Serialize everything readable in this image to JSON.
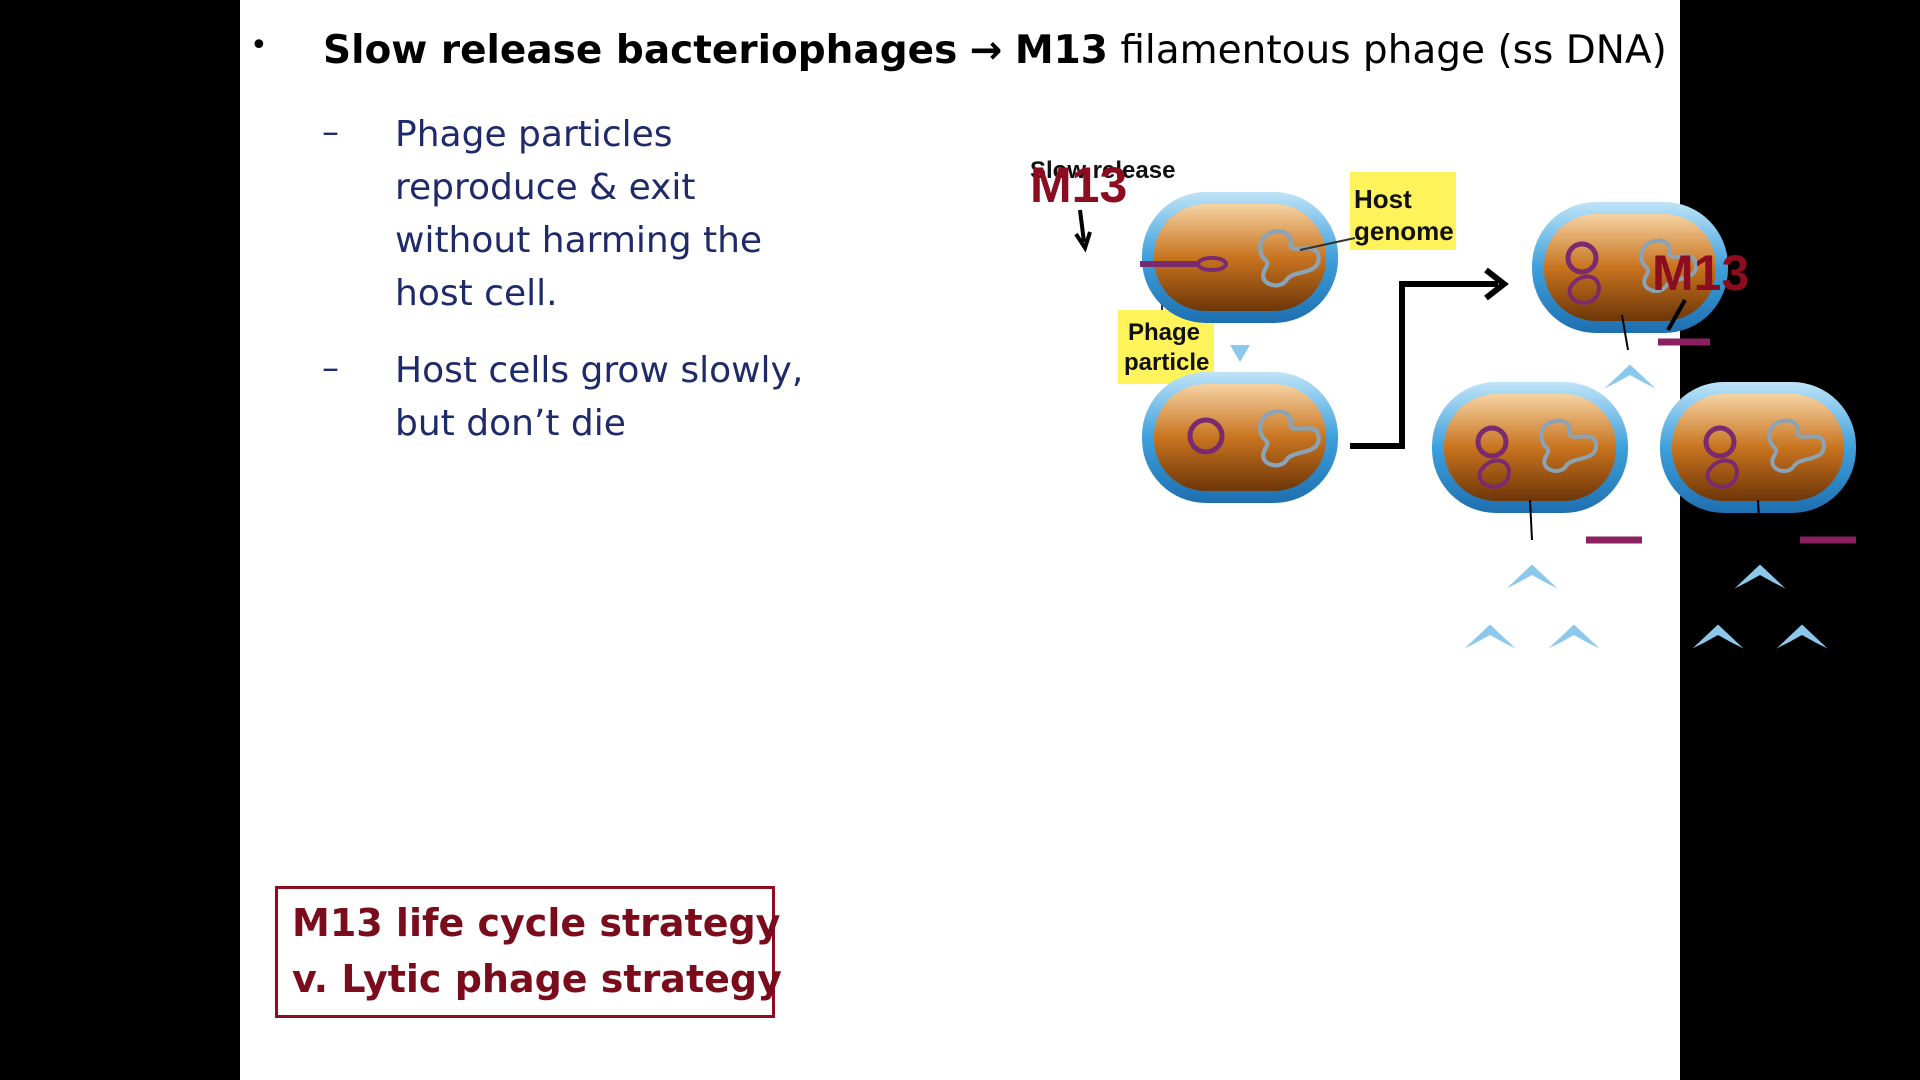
{
  "headline": {
    "bold_part": "Slow release bacteriophages",
    "arrow": "→",
    "phage_name": "M13",
    "rest": "filamentous phage (ss DNA)"
  },
  "sub_bullets": [
    {
      "dash": "–",
      "lines": [
        "Phage particles",
        "reproduce & exit",
        "without harming the",
        "host cell."
      ]
    },
    {
      "dash": "–",
      "lines": [
        "Host cells grow slowly,",
        "but don’t die"
      ]
    }
  ],
  "diagram": {
    "m13_label_left": "M13",
    "slow_release": "Slow release",
    "host_genome": [
      "Host",
      "genome"
    ],
    "phage_particle": [
      "Phage",
      "particle"
    ],
    "m13_label_right": "M13"
  },
  "strategy_box": {
    "line1": "M13 life cycle strategy",
    "line2": "v. Lytic phage strategy"
  },
  "colors": {
    "headline": "#000000",
    "body_text": "#1f2a6b",
    "box_accent": "#7a0c1c",
    "callout_bg": "#fff35c",
    "cell_wall": "#3ea0dc",
    "cytoplasm": "#c8741f",
    "phage": "#7a2a6e",
    "release_arrow": "#8cc8ec"
  }
}
